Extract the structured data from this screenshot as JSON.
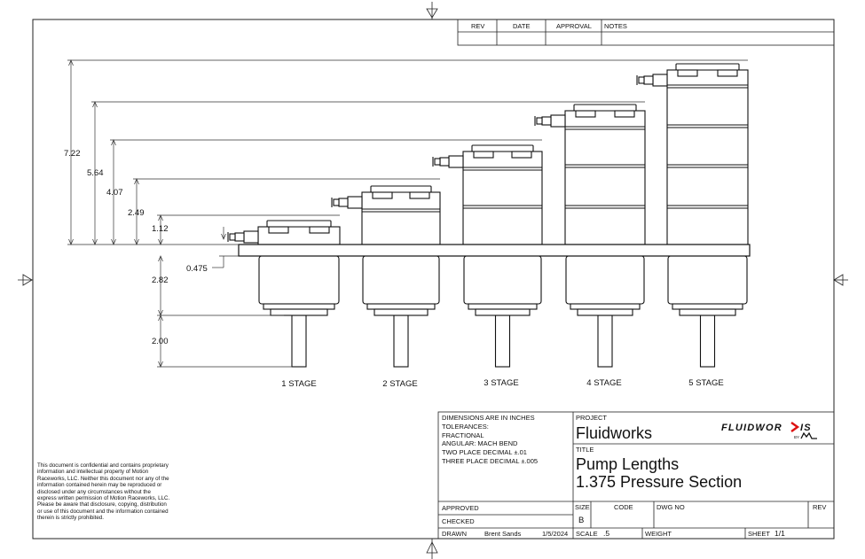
{
  "revision_block": {
    "headers": [
      "REV",
      "DATE",
      "APPROVAL",
      "NOTES"
    ]
  },
  "dimensions": {
    "top_heights": [
      "7.22",
      "5.64",
      "4.07",
      "2.49",
      "1.12"
    ],
    "flange_offset": "0.475",
    "lower_body": "2.82",
    "shaft": "2.00"
  },
  "stages": [
    "1 STAGE",
    "2 STAGE",
    "3 STAGE",
    "4 STAGE",
    "5 STAGE"
  ],
  "tolerances": {
    "lines": [
      "DIMENSIONS ARE IN INCHES",
      "TOLERANCES:",
      "FRACTIONAL",
      "ANGULAR: MACH BEND",
      "TWO PLACE DECIMAL ±.01",
      "THREE PLACE DECIMAL ±.005"
    ]
  },
  "title_block": {
    "project_label": "PROJECT",
    "project_value": "Fluidworks",
    "title_label": "TITLE",
    "title_line1": "Pump Lengths",
    "title_line2": "1.375 Pressure Section",
    "logo_text": "FLUIDWOR",
    "logo_suffix": "IS",
    "logo_by": "BY",
    "approved_label": "APPROVED",
    "checked_label": "CHECKED",
    "drawn_label": "DRAWN",
    "drawn_by": "Brent Sands",
    "drawn_date": "1/5/2024",
    "size_label": "SIZE",
    "size_value": "B",
    "code_label": "CODE",
    "dwg_label": "DWG NO",
    "rev_label": "REV",
    "scale_label": "SCALE",
    "scale_value": ".5",
    "weight_label": "WEIGHT",
    "sheet_label": "SHEET",
    "sheet_value": "1/1"
  },
  "confidentiality": "This document is confidential and contains proprietary information and intellectual property of Motion Raceworks, LLC. Neither this document nor any of the information contained herein may be reproduced or disclosed under any circumstances without the express written permission of Motion Raceworks, LLC. Please be aware that disclosure, copying, distribution or use of this document and the information contained therein is strictly prohibited."
}
